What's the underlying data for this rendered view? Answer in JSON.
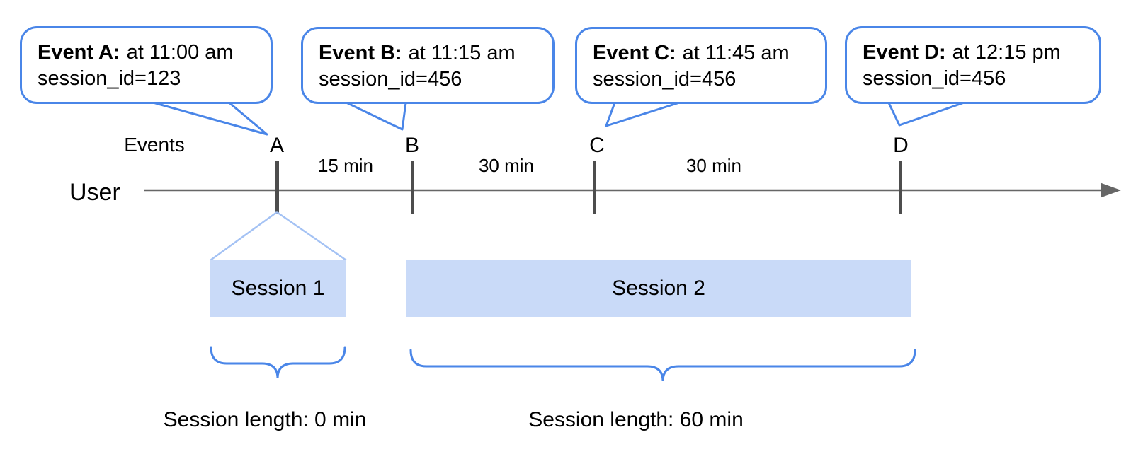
{
  "callouts": [
    {
      "label": "Event A:",
      "time": "at 11:00 am",
      "session": "session_id=123"
    },
    {
      "label": "Event B:",
      "time": "at 11:15 am",
      "session": "session_id=456"
    },
    {
      "label": "Event C:",
      "time": "at 11:45 am",
      "session": "session_id=456"
    },
    {
      "label": "Event D:",
      "time": "at 12:15 pm",
      "session": "session_id=456"
    }
  ],
  "timeline": {
    "events_label": "Events",
    "user_label": "User",
    "event_markers": [
      "A",
      "B",
      "C",
      "D"
    ],
    "intervals": [
      "15 min",
      "30 min",
      "30 min"
    ]
  },
  "sessions": [
    {
      "name": "Session 1",
      "length_label": "Session length: 0 min"
    },
    {
      "name": "Session 2",
      "length_label": "Session length: 60 min"
    }
  ],
  "colors": {
    "callout_border": "#4a86e8",
    "brace": "#4a86e8",
    "session_fill": "#c9daf8",
    "funnel_line": "#a4c2f4",
    "axis_line": "#666666",
    "tick": "#4d4d4d",
    "text": "#000000"
  }
}
